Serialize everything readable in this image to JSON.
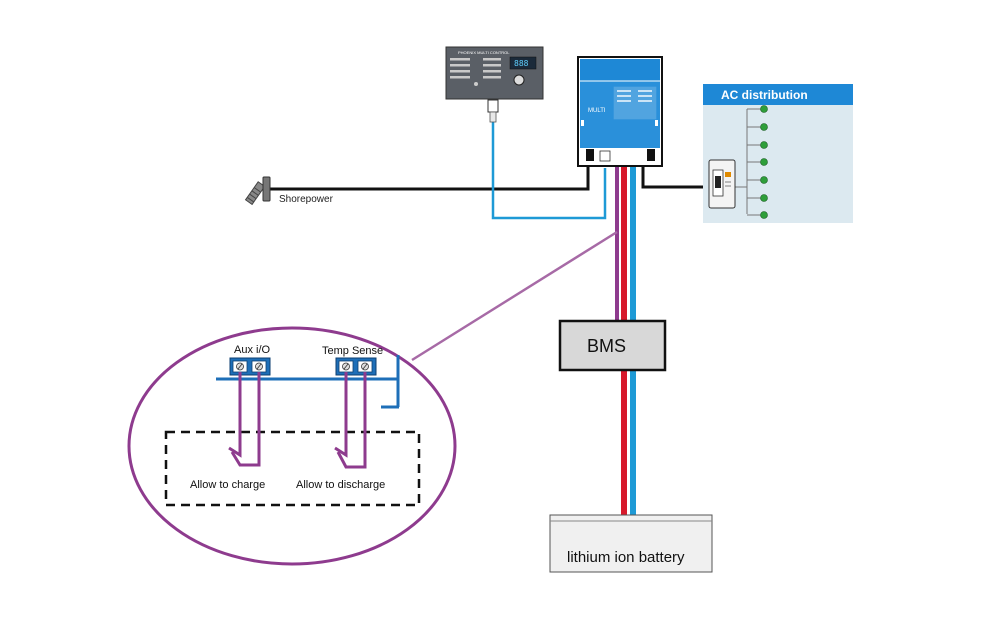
{
  "labels": {
    "shorepower": "Shorepower",
    "ac_distribution": "AC distribution",
    "bms": "BMS",
    "battery": "lithium ion battery",
    "aux_io": "Aux i/O",
    "temp_sense": "Temp Sense",
    "allow_to_charge": "Allow to charge",
    "allow_to_discharge": "Allow to discharge",
    "control_panel_title": "PHOENIX MULTI CONTROL",
    "control_panel_display": "888",
    "inverter_model": "MULTI"
  },
  "colors": {
    "blue_wire": "#1e9ad6",
    "red_wire": "#d7182a",
    "purple_wire": "#8e3b8e",
    "black_wire": "#111111",
    "inverter_blue": "#1e88d6",
    "ac_header": "#1e88d6",
    "ac_panel_bg": "#dce9f0",
    "bms_fill": "#d8d8d8",
    "battery_fill": "#f0f0f0",
    "breaker_green": "#2e9e3a",
    "ellipse_stroke": "#8e3b8e",
    "connector_blue": "#1e6fb8"
  },
  "icons": [
    "shorepower-plug-icon",
    "rj45-plug-icon",
    "breaker-icon"
  ]
}
